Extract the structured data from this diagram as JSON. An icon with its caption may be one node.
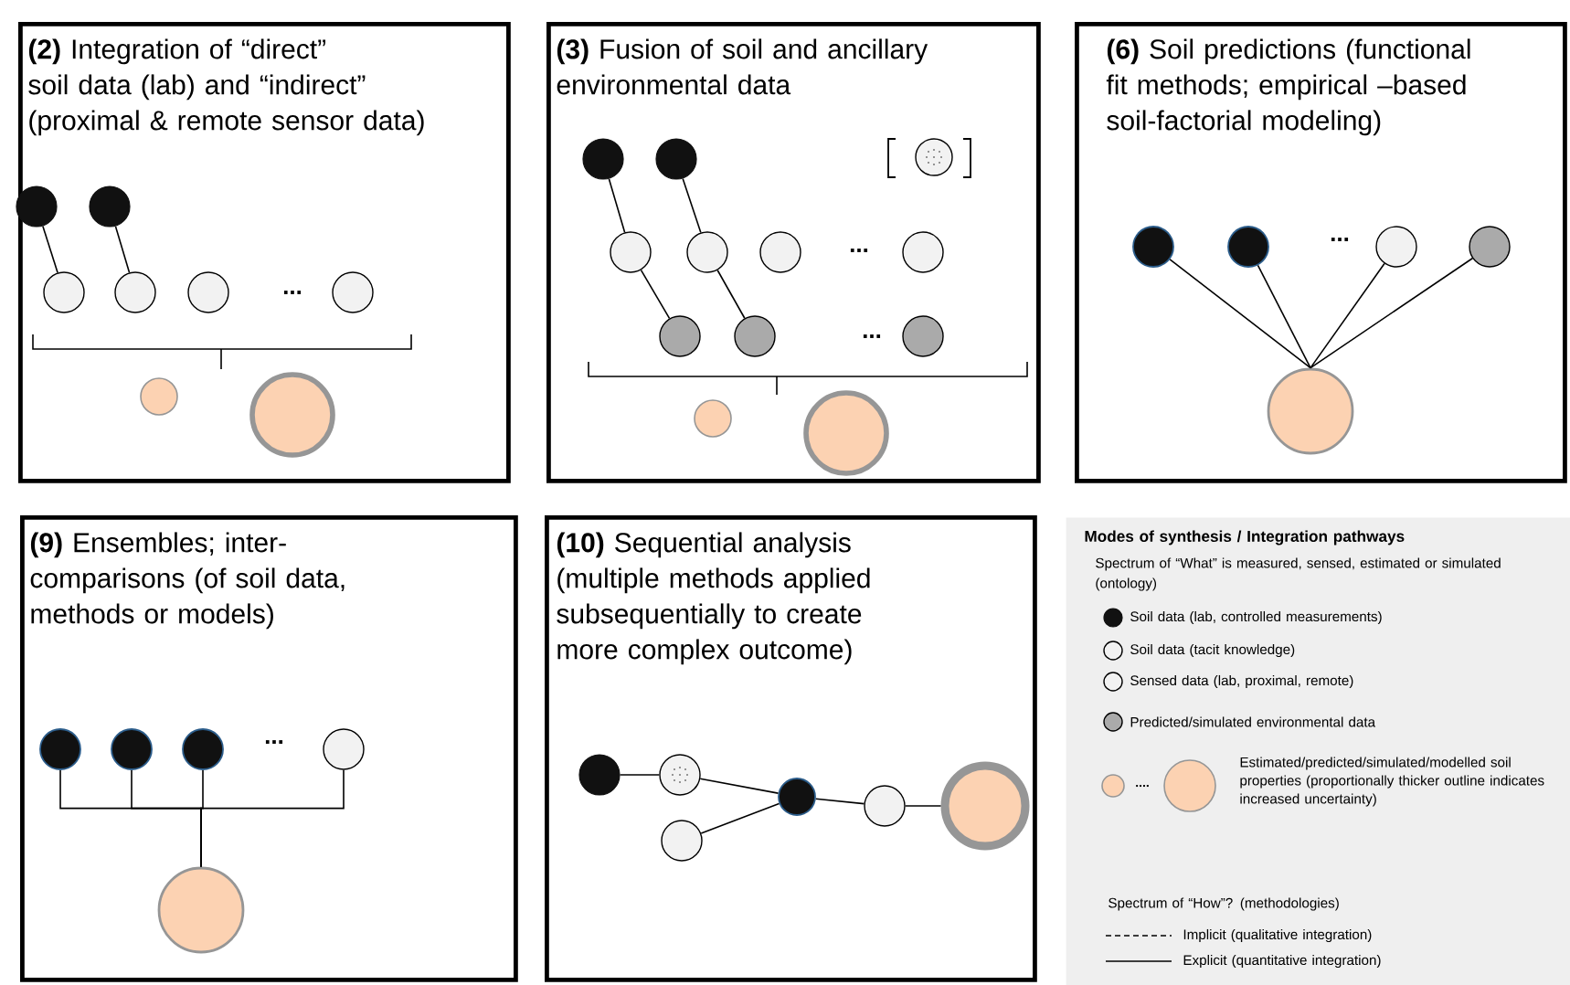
{
  "diagram": {
    "nodes": [
      {
        "text": [
          "**(2)** Integration of “direct” soil data (lab) and “indirect” (proximal & remote sensor data)"
        ]
      },
      {
        "text": [],
        "shape": "circle",
        "in": 0
      },
      {
        "text": [],
        "shape": "circle",
        "in": 0
      },
      {
        "text": [],
        "shape": "circle",
        "in": 0
      },
      {
        "text": [],
        "shape": "circle",
        "in": 0
      },
      {
        "text": [],
        "shape": "circle",
        "in": 0
      },
      {
        "text": [],
        "shape": "circle",
        "in": 0
      },
      {
        "text": [],
        "shape": "circle",
        "in": 0
      },
      {
        "text": [],
        "shape": "circle",
        "in": 0
      },
      {
        "text": [
          "**(3)** Fusion of soil and ancillary environmental data"
        ]
      },
      {
        "text": [],
        "shape": "circle",
        "in": 9
      },
      {
        "text": [],
        "shape": "circle",
        "in": 9
      },
      {
        "text": [],
        "shape": "circle",
        "in": 9
      },
      {
        "text": [],
        "shape": "circle",
        "in": 9
      },
      {
        "text": [],
        "shape": "circle",
        "in": 9
      },
      {
        "text": [],
        "shape": "circle",
        "in": 9
      },
      {
        "text": [],
        "shape": "circle",
        "in": 9
      },
      {
        "text": [],
        "shape": "circle",
        "in": 9
      },
      {
        "text": [],
        "shape": "circle",
        "in": 9
      },
      {
        "text": [],
        "shape": "circle",
        "in": 9
      },
      {
        "text": [],
        "shape": "circle",
        "in": 9
      },
      {
        "text": [],
        "shape": "circle",
        "in": 9
      },
      {
        "text": [
          "**(6)** Soil predictions (functional fit methods; empirical –based soil-factorial modeling)"
        ]
      },
      {
        "text": [],
        "shape": "circle",
        "in": 22
      },
      {
        "text": [],
        "shape": "circle",
        "in": 22
      },
      {
        "text": [],
        "shape": "circle",
        "in": 22
      },
      {
        "text": [],
        "shape": "circle",
        "in": 22
      },
      {
        "text": [],
        "shape": "circle",
        "in": 22
      },
      {
        "text": [
          "**(9)** Ensembles; inter-comparisons (of soil data, methods or models)"
        ]
      },
      {
        "text": [],
        "shape": "circle",
        "in": 28
      },
      {
        "text": [],
        "shape": "circle",
        "in": 28
      },
      {
        "text": [],
        "shape": "circle",
        "in": 28
      },
      {
        "text": [],
        "shape": "circle",
        "in": 28
      },
      {
        "text": [],
        "shape": "circle",
        "in": 28
      },
      {
        "text": [
          "**(10)** Sequential analysis (multiple methods applied subsequentially to create more complex outcome)"
        ]
      },
      {
        "text": [],
        "shape": "circle",
        "in": 34
      },
      {
        "text": [],
        "shape": "circle",
        "in": 34
      },
      {
        "text": [],
        "shape": "circle",
        "in": 34
      },
      {
        "text": [],
        "shape": "circle",
        "in": 34
      },
      {
        "text": [],
        "shape": "circle",
        "in": 34
      },
      {
        "text": [],
        "shape": "circle",
        "in": 34
      },
      {
        "text": [
          "Modes of synthesis / Integration pathways",
          "Spectrum of “What” is measured, sensed, estimated or simulated (ontology)",
          "Spectrum of “How”? (methodologies)"
        ]
      }
    ],
    "edges": [
      {
        "from": 1,
        "to": 3,
        "arrow": "none"
      },
      {
        "from": 2,
        "to": 4,
        "arrow": "none"
      },
      {
        "from": 10,
        "to": 13,
        "arrow": "none"
      },
      {
        "from": 11,
        "to": 14,
        "arrow": "none"
      },
      {
        "from": 13,
        "to": 17,
        "arrow": "none"
      },
      {
        "from": 14,
        "to": 18,
        "arrow": "none"
      },
      {
        "from": 23,
        "to": 27,
        "arrow": "none"
      },
      {
        "from": 24,
        "to": 27,
        "arrow": "none"
      },
      {
        "from": 25,
        "to": 27,
        "arrow": "none"
      },
      {
        "from": 26,
        "to": 27,
        "arrow": "none"
      },
      {
        "from": 29,
        "to": 33,
        "arrow": "none"
      },
      {
        "from": 30,
        "to": 33,
        "arrow": "none"
      },
      {
        "from": 31,
        "to": 33,
        "arrow": "none"
      },
      {
        "from": 32,
        "to": 33,
        "arrow": "none"
      },
      {
        "from": 35,
        "to": 36,
        "arrow": "none"
      },
      {
        "from": 36,
        "to": 38,
        "arrow": "none"
      },
      {
        "from": 37,
        "to": 38,
        "arrow": "none"
      },
      {
        "from": 38,
        "to": 39,
        "arrow": "none"
      },
      {
        "from": 39,
        "to": 40,
        "arrow": "none"
      }
    ],
    "labels": [
      "...",
      "...",
      "...",
      "...",
      "...",
      "...."
    ],
    "legend": [
      {
        "text": "Soil data (lab, controlled measurements)"
      },
      {
        "text": "Soil data (tacit knowledge)"
      },
      {
        "text": "Sensed data (lab, proximal, remote)"
      },
      {
        "text": "Predicted/simulated environmental data"
      },
      {
        "text": "Estimated/predicted/simulated/modelled soil properties (proportionally thicker outline indicates increased uncertainty)"
      },
      {
        "text": "Implicit (qualitative integration)"
      },
      {
        "text": "Explicit (quantitative integration)"
      }
    ]
  }
}
